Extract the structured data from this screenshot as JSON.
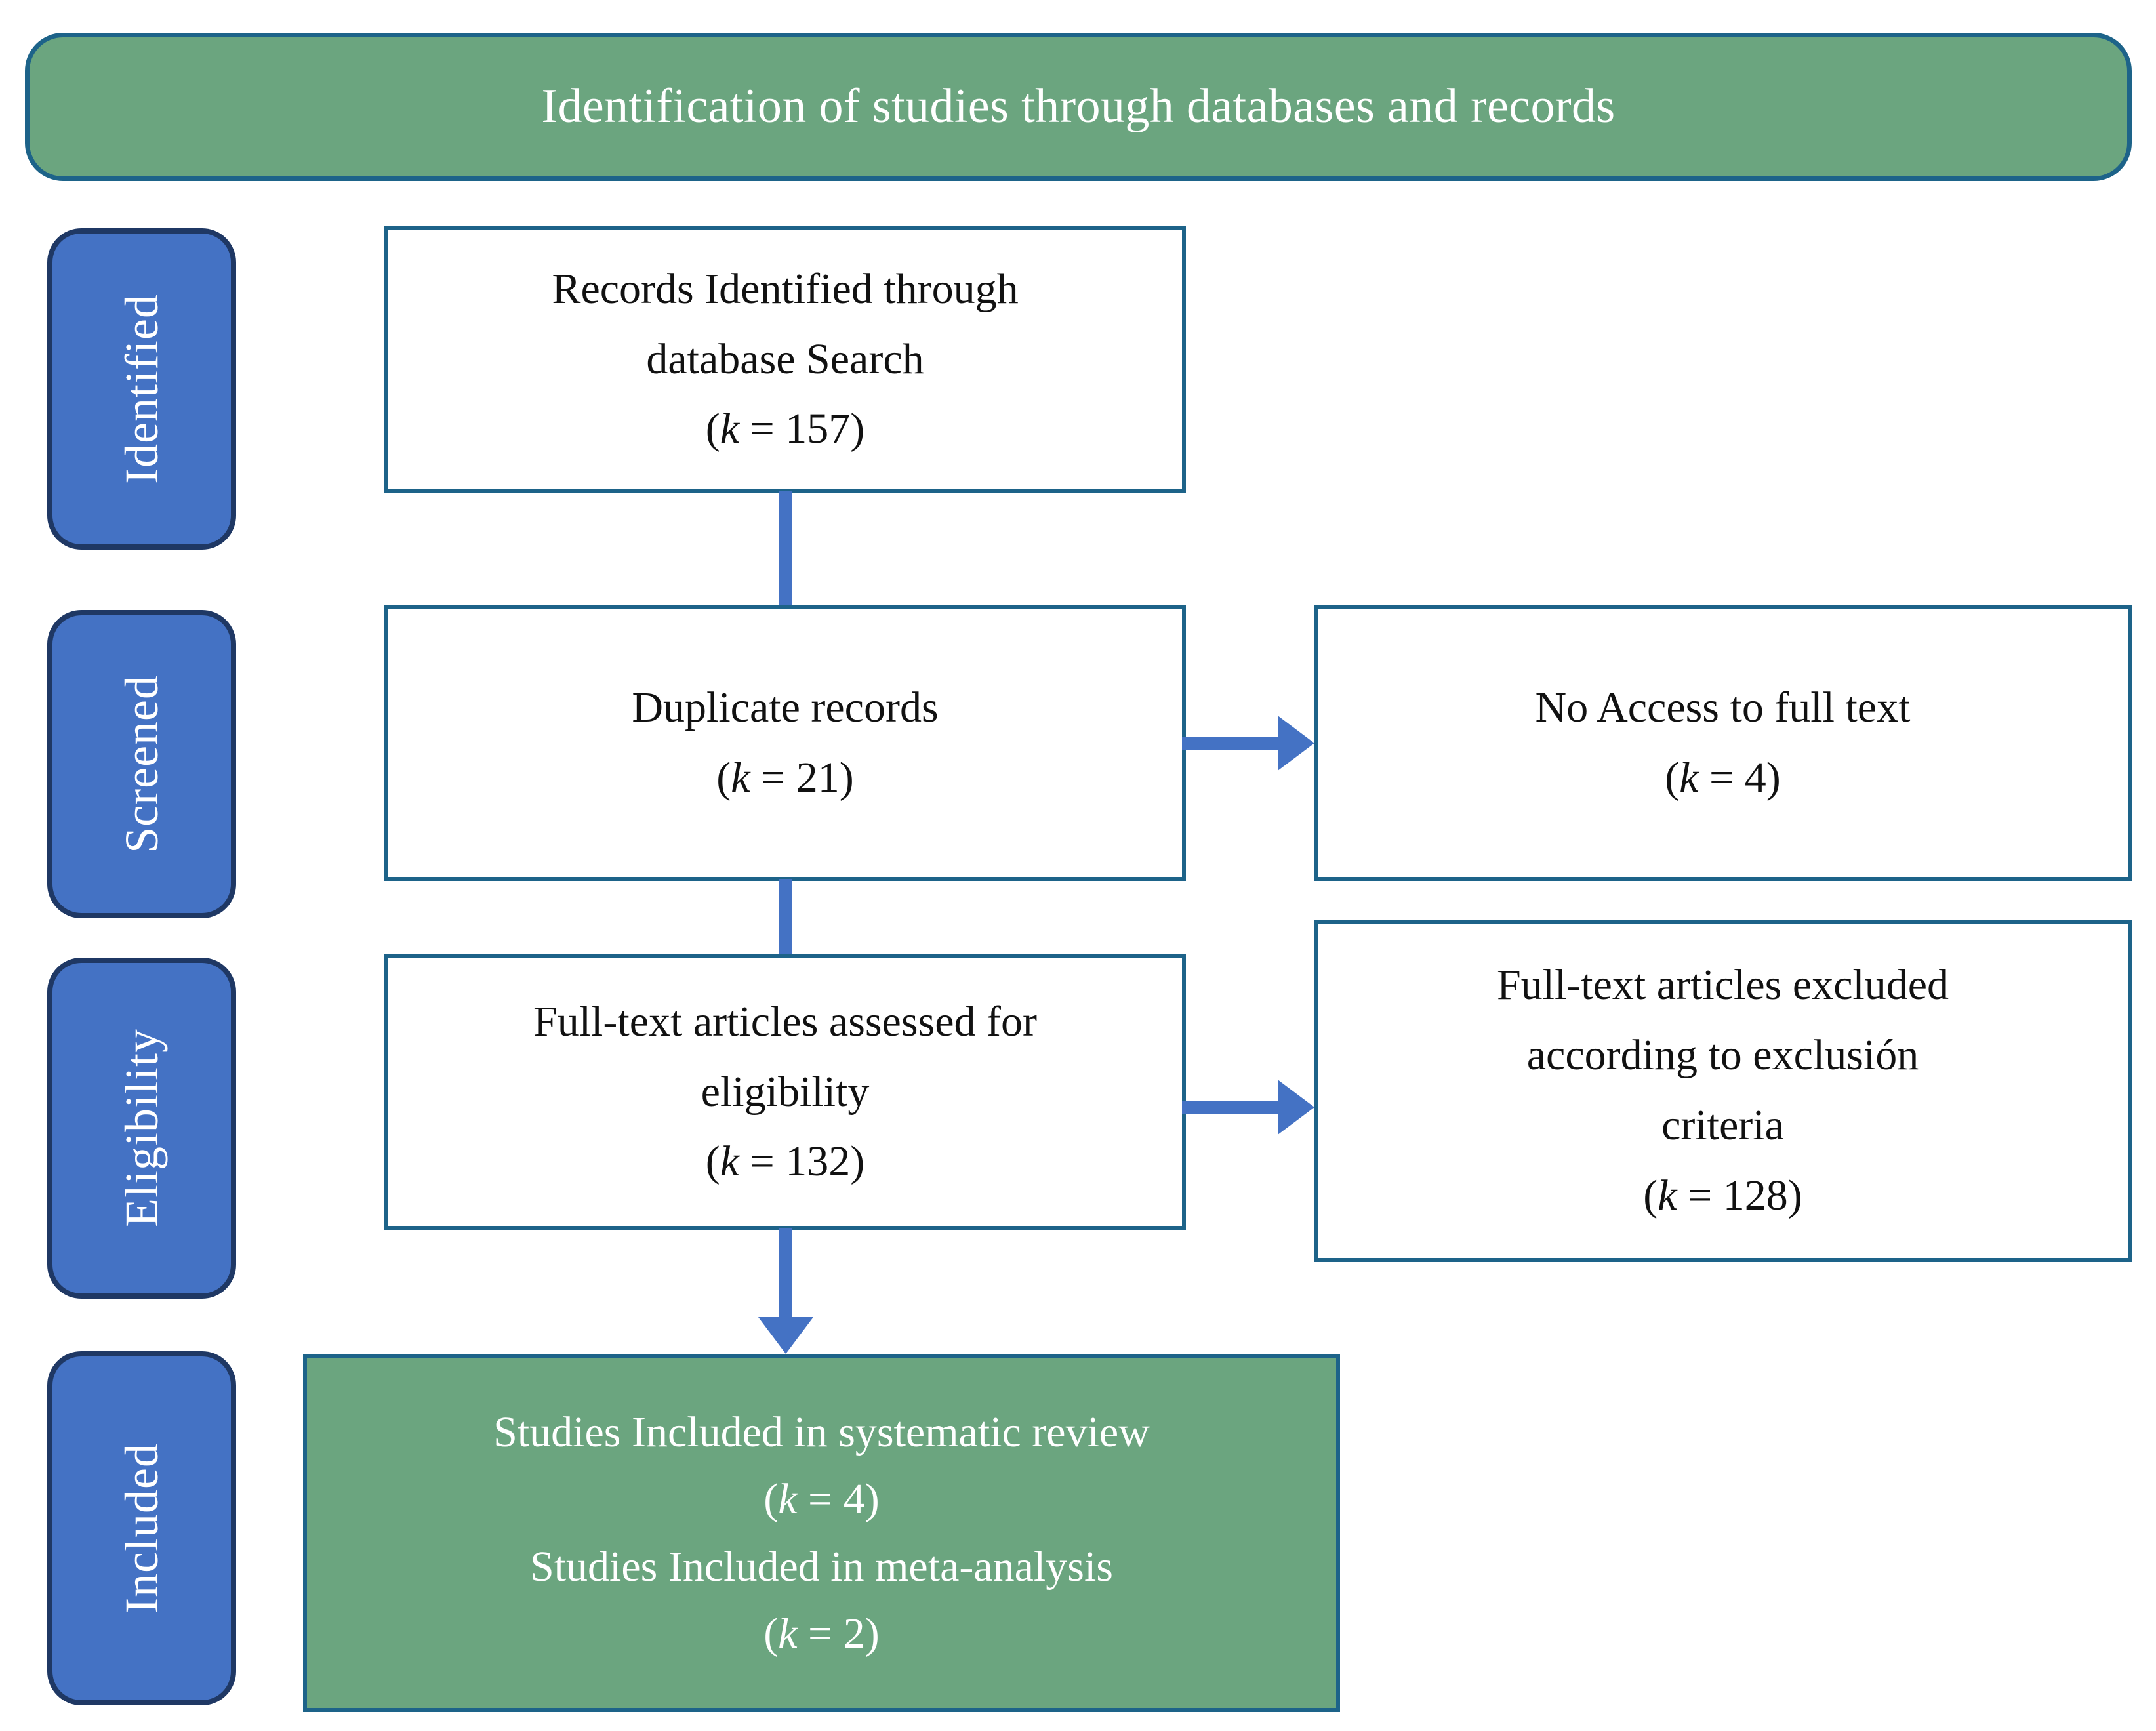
{
  "banner": {
    "title": "Identification of studies through databases and records"
  },
  "stages": [
    {
      "label": "Identified"
    },
    {
      "label": "Screened"
    },
    {
      "label": "Eligibility"
    },
    {
      "label": "Included"
    }
  ],
  "boxes": {
    "identified": {
      "line1": "Records Identified through",
      "line2": "database Search",
      "count_prefix": "(",
      "count_var": "k",
      "count_value": " = 157)"
    },
    "duplicate": {
      "line1": "Duplicate records",
      "count_prefix": "(",
      "count_var": "k",
      "count_value": " = 21)"
    },
    "no_access": {
      "line1": "No Access to full text",
      "count_prefix": "(",
      "count_var": "k",
      "count_value": " = 4)"
    },
    "full_text": {
      "line1": "Full-text articles assessed for",
      "line2": "eligibility",
      "count_prefix": "(",
      "count_var": "k",
      "count_value": " = 132)"
    },
    "excluded": {
      "line1": "Full-text articles excluded",
      "line2": "according to exclusión",
      "line3": "criteria",
      "count_prefix": "(",
      "count_var": "k",
      "count_value": " = 128)"
    },
    "included": {
      "line1": "Studies Included in systematic review",
      "count1_prefix": "(",
      "count1_var": "k",
      "count1_value": " = 4)",
      "line2": "Studies Included in meta-analysis",
      "count2_prefix": "(",
      "count2_var": "k",
      "count2_value": " = 2)"
    }
  },
  "colors": {
    "banner_fill": "#6BA57F",
    "banner_border": "#1D6389",
    "stage_fill": "#4472C4",
    "stage_border": "#1F3864",
    "box_border": "#1D6389",
    "connector": "#4472C4",
    "included_fill": "#6BA57F"
  },
  "chart_data": {
    "type": "diagram",
    "title": "Identification of studies through databases and records",
    "nodes": [
      {
        "id": "identified",
        "stage": "Identified",
        "label": "Records Identified through database Search",
        "k": 157
      },
      {
        "id": "duplicate",
        "stage": "Screened",
        "label": "Duplicate records",
        "k": 21
      },
      {
        "id": "no_access",
        "stage": "Screened",
        "label": "No Access to full text",
        "k": 4
      },
      {
        "id": "full_text",
        "stage": "Eligibility",
        "label": "Full-text articles assessed for eligibility",
        "k": 132
      },
      {
        "id": "excluded",
        "stage": "Eligibility",
        "label": "Full-text articles excluded according to exclusión criteria",
        "k": 128
      },
      {
        "id": "included_sr",
        "stage": "Included",
        "label": "Studies Included in systematic review",
        "k": 4
      },
      {
        "id": "included_ma",
        "stage": "Included",
        "label": "Studies Included in meta-analysis",
        "k": 2
      }
    ],
    "edges": [
      {
        "from": "identified",
        "to": "duplicate",
        "type": "line"
      },
      {
        "from": "duplicate",
        "to": "no_access",
        "type": "arrow"
      },
      {
        "from": "duplicate",
        "to": "full_text",
        "type": "line"
      },
      {
        "from": "full_text",
        "to": "excluded",
        "type": "arrow"
      },
      {
        "from": "full_text",
        "to": "included_sr",
        "type": "arrow"
      }
    ]
  }
}
